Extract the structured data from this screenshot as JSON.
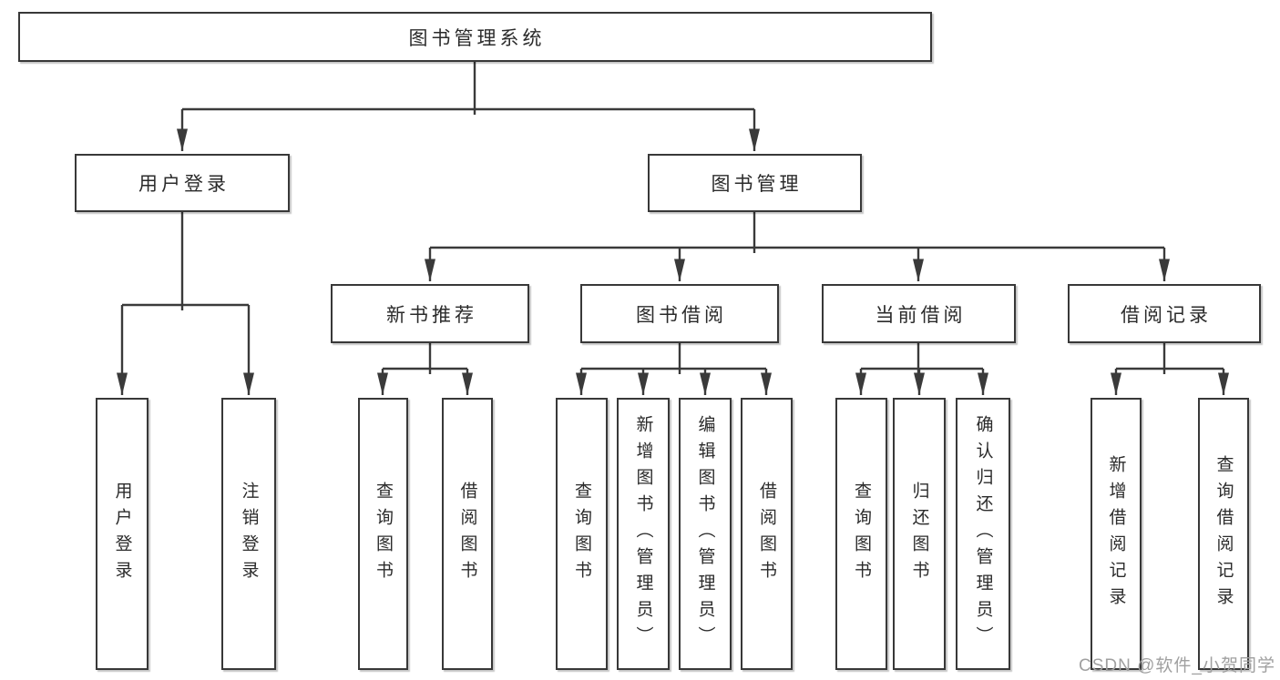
{
  "diagram": {
    "title": "图书管理系统",
    "type": "hierarchy-tree",
    "colors": {
      "line": "#3a3a3a",
      "border": "#383838",
      "text": "#2b2b2b",
      "box_background": "#ffffff",
      "watermark": "#a0a0a0"
    },
    "watermark": "CSDN @软件_小贺同学",
    "nodes": {
      "root": {
        "label": "图书管理系统"
      },
      "user_login": {
        "label": "用户登录"
      },
      "book_mgmt": {
        "label": "图书管理"
      },
      "new_book_rec": {
        "label": "新书推荐"
      },
      "book_borrow": {
        "label": "图书借阅"
      },
      "current_borrow": {
        "label": "当前借阅"
      },
      "borrow_records": {
        "label": "借阅记录"
      },
      "ul_login": {
        "label": "用户登录"
      },
      "ul_logout": {
        "label": "注销登录"
      },
      "nb_query": {
        "label": "查询图书"
      },
      "nb_borrow": {
        "label": "借阅图书"
      },
      "bb_query": {
        "label": "查询图书"
      },
      "bb_add": {
        "label": "新增图书（管理员）"
      },
      "bb_edit": {
        "label": "编辑图书（管理员）"
      },
      "bb_borrow": {
        "label": "借阅图书"
      },
      "cb_query": {
        "label": "查询图书"
      },
      "cb_return": {
        "label": "归还图书"
      },
      "cb_confirm": {
        "label": "确认归还（管理员）"
      },
      "br_add": {
        "label": "新增借阅记录"
      },
      "br_query": {
        "label": "查询借阅记录"
      }
    },
    "tree": {
      "图书管理系统": {
        "用户登录": [
          "用户登录",
          "注销登录"
        ],
        "图书管理": {
          "新书推荐": [
            "查询图书",
            "借阅图书"
          ],
          "图书借阅": [
            "查询图书",
            "新增图书（管理员）",
            "编辑图书（管理员）",
            "借阅图书"
          ],
          "当前借阅": [
            "查询图书",
            "归还图书",
            "确认归还（管理员）"
          ],
          "借阅记录": [
            "新增借阅记录",
            "查询借阅记录"
          ]
        }
      }
    }
  }
}
